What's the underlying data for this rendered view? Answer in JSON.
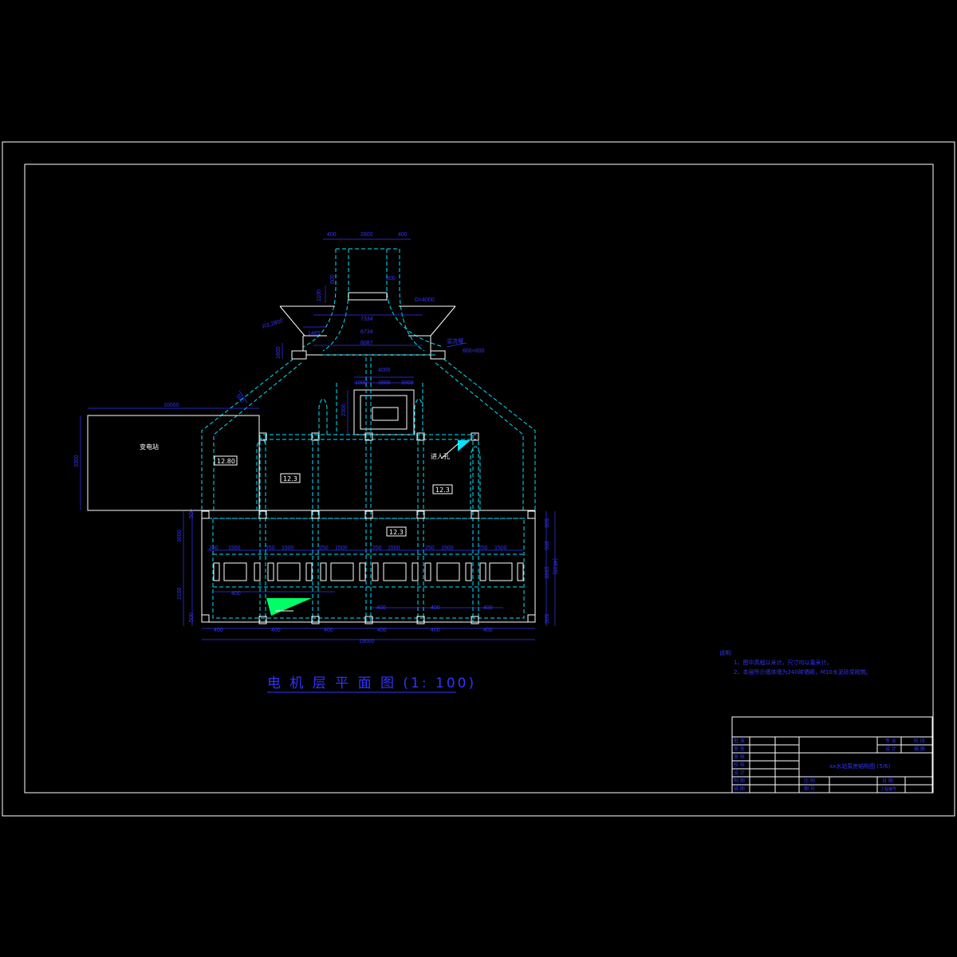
{
  "drawing": {
    "title": "电 机 层 平 面 图 (1: 100)",
    "notes_heading": "说明:",
    "notes": [
      "1、图中高程以米计，尺寸均以毫米计。",
      "2、本层所示墙体墙为240砖墙砌，M10水泥砂浆砌筑。"
    ]
  },
  "labels": {
    "substation": "变电站",
    "manhole": "进人孔",
    "overflow_weir": "溢流堰",
    "weir_size": "600×600"
  },
  "elevations": {
    "left_room": "12.80",
    "left_bay": "12.3",
    "right_bay": "12.3",
    "main_hall": "12.3"
  },
  "dims": {
    "top_left": "400",
    "top_mid": "2800",
    "top_right": "400",
    "chimney_h1": "1100",
    "chimney_h2": "600",
    "chimney_r": "300",
    "d_label": "D=4000",
    "r_label": "R3,2800",
    "w1": "1465",
    "w2": "7334",
    "w3": "6734",
    "w4": "6087",
    "h_left": "1600",
    "pit_w": "4000",
    "pit_a": "1000",
    "pit_b": "1500",
    "pit_c": "1000",
    "pit_h": "2300",
    "wall_t": "560",
    "sub_w": "10000",
    "sub_h": "3300",
    "left_h1": "500",
    "left_h2": "3000",
    "left_h3": "2100",
    "left_h4": "500",
    "right_h1": "500",
    "right_h2": "300",
    "right_h3": "1500",
    "right_h4": "(4515)",
    "right_h5": "500",
    "bot_seg": "400",
    "bot_total": "19000",
    "pump_w": "1500",
    "pump_gap": "250"
  },
  "title_block": {
    "project": "xx水站泵房结构图 (5/6)",
    "rows_left": [
      "批 准",
      "审 查",
      "审 核",
      "校 核",
      "设 计",
      "制 图",
      "描 图"
    ],
    "cell_a": "比 例",
    "cell_b": "设 计",
    "cell_c": "日 期",
    "cell_d": "图 号",
    "cell_e": "专 业",
    "cell_f": "阶 段",
    "cell_g": "描 图",
    "cell_h": "工程编号"
  },
  "colors": {
    "background": "#000000",
    "frame": "#ffffff",
    "structure": "#00e5ff",
    "dimension": "#3333ff",
    "fill_accent": "#00ff66"
  }
}
